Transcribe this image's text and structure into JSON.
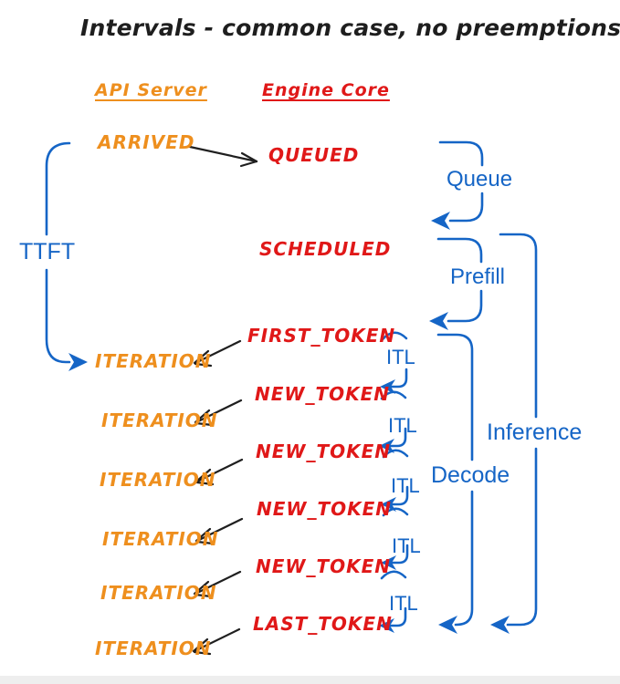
{
  "title": "Intervals - common case, no preemptions",
  "columns": {
    "api": "API Server",
    "engine": "Engine Core"
  },
  "events": {
    "arrived": "ARRIVED",
    "queued": "QUEUED",
    "scheduled": "SCHEDULED",
    "first_token": "FIRST_TOKEN",
    "new_token": "NEW_TOKEN",
    "last_token": "LAST_TOKEN",
    "iteration": "ITERATION"
  },
  "intervals": {
    "ttft": "TTFT",
    "queue": "Queue",
    "prefill": "Prefill",
    "itl": "ITL",
    "decode": "Decode",
    "inference": "Inference"
  },
  "colors": {
    "api_server": "#ee8f1e",
    "engine_core": "#e01818",
    "interval": "#1565c6",
    "arrow": "#1f1f1f"
  }
}
